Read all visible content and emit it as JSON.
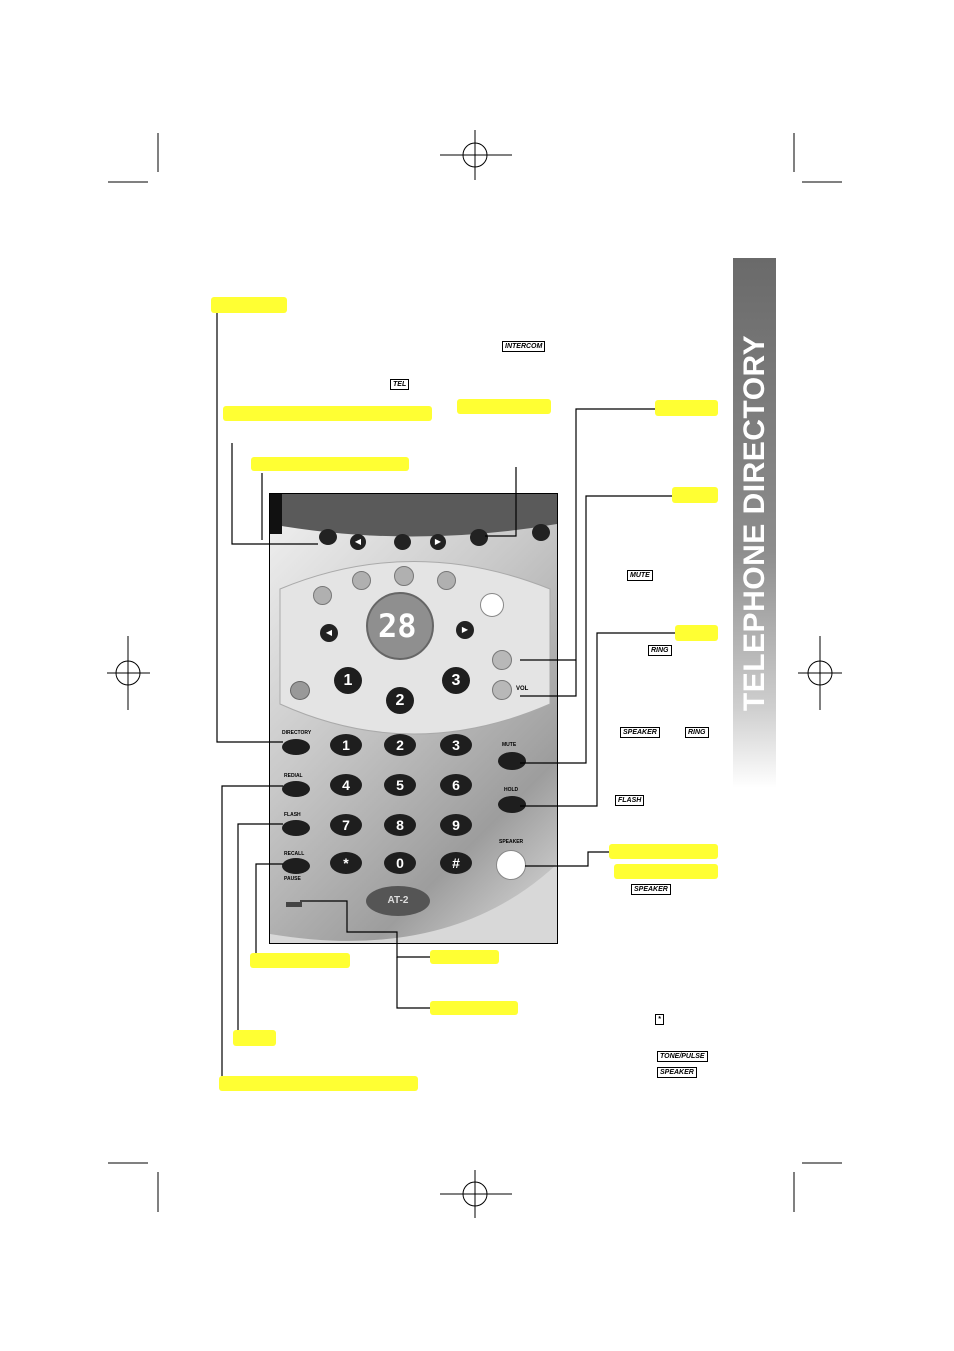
{
  "sidebar": {
    "title": "TELEPHONE DIRECTORY"
  },
  "inline_tags": {
    "intercom": "INTERCOM",
    "tel": "TEL",
    "mute": "MUTE",
    "ring_1": "RING",
    "speaker_1": "SPEAKER",
    "ring_2": "RING",
    "flash": "FLASH",
    "speaker_2": "SPEAKER",
    "star": "*",
    "tone_pulse": "TONE/PULSE",
    "speaker_3": "SPEAKER"
  },
  "phone": {
    "display_digits": "28",
    "model": "AT-2",
    "directory_label": "DIRECTORY",
    "redial_label": "REDIAL",
    "flash_label": "FLASH",
    "recall_label": "RECALL",
    "pause_label": "PAUSE",
    "hold_label": "HOLD",
    "speaker_label": "SPEAKER",
    "vol_label": "VOL",
    "mute_label": "MUTE",
    "speed_dial_keys": [
      "1",
      "2",
      "3"
    ],
    "keypad": [
      "1",
      "2",
      "3",
      "4",
      "5",
      "6",
      "7",
      "8",
      "9",
      "*",
      "0",
      "#"
    ],
    "prev_label": "◀",
    "next_label": "▶"
  },
  "colors": {
    "highlight": "#ffff33",
    "sidebar": "#7a7a7a"
  }
}
